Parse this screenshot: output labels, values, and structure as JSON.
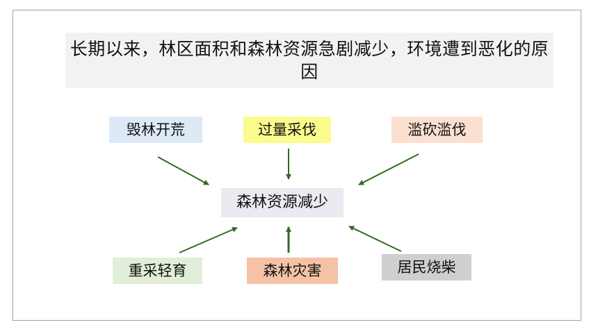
{
  "title": "长期以来，林区面积和森林资源急剧减少，环境遭到恶化的原因",
  "center": {
    "label": "森林资源减少",
    "color": "#e9ebf0"
  },
  "causes": [
    {
      "label": "毁林开荒",
      "color": "#dde9f6"
    },
    {
      "label": "过量采伐",
      "color": "#fbfb8e"
    },
    {
      "label": "滥砍滥伐",
      "color": "#fbe0d0"
    },
    {
      "label": "重采轻育",
      "color": "#e1efd9"
    },
    {
      "label": "森林灾害",
      "color": "#f6c2a6"
    },
    {
      "label": "居民烧柴",
      "color": "#cfcfcf"
    }
  ],
  "arrow_color": "#2e6b1f"
}
